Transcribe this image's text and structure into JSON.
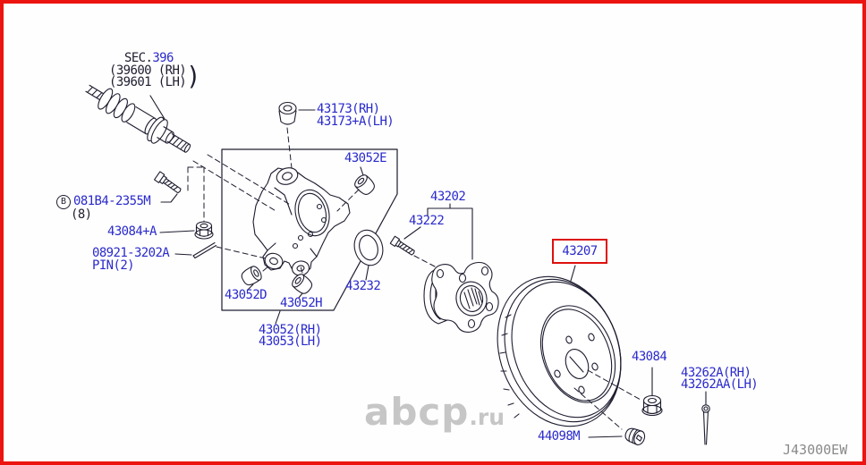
{
  "diagram_title": "Rear axle knuckle, hub and brake rotor exploded parts diagram",
  "drawing_code": "J43000EW",
  "highlighted_part": "43207",
  "colors": {
    "part_number_blue": "#2a2acc",
    "line_black": "#1d1d30",
    "highlight_red": "#dd100d",
    "page_border_red": "#ec1410",
    "watermark_gray": "#c6c6c6",
    "code_gray": "#8a8a8a"
  },
  "section_ref": {
    "prefix": "SEC.",
    "number": "396",
    "rh_line": "(39600 (RH)",
    "lh_line": "(39601 (LH)",
    "paren_close": ")"
  },
  "labels": {
    "bushing_upper_rh": "43173(RH)",
    "bushing_upper_lh": "43173+A(LH)",
    "bushing_e": "43052E",
    "bolt_circle_letter": "B",
    "bolt_b": "081B4-2355M",
    "bolt_b_qty": "(8)",
    "nut_a": "43084+A",
    "pin_id": "08921-3202A",
    "pin_qty": "PIN(2)",
    "bushing_d": "43052D",
    "bushing_h": "43052H",
    "seal": "43232",
    "knuckle_rh": "43052(RH)",
    "knuckle_lh": "43053(LH)",
    "hub": "43202",
    "hub_bolt": "43222",
    "rotor": "43207",
    "nut": "43084",
    "cotter_rh": "43262A(RH)",
    "cotter_lh": "43262AA(LH)",
    "cap": "44098M"
  },
  "watermark": {
    "main": "abcp",
    "suffix": ".ru"
  }
}
